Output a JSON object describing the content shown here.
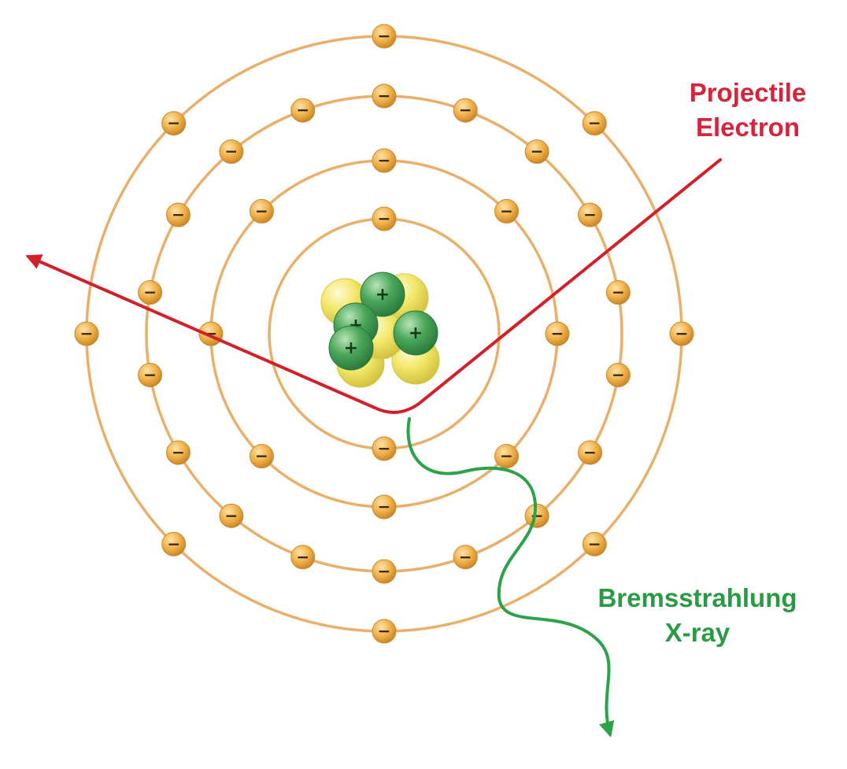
{
  "diagram": {
    "labels": {
      "projectile_line1": "Projectile",
      "projectile_line2": "Electron",
      "xray_line1": "Bremsstrahlung",
      "xray_line2": "X-ray"
    },
    "colors": {
      "shell": "#e9b06b",
      "electron": "#ecab3c",
      "electron_sign": "#3a2a10",
      "projectile": "#d21f2a",
      "xray": "#2ca24a",
      "proton": "#3f9a4f",
      "neutron": "#eee35c",
      "projectile_label": "#d8243a",
      "xray_label": "#2a9a44"
    },
    "electron_sign": "−",
    "proton_sign": "+",
    "shells": [
      {
        "name": "shell-1",
        "electron_count": 2
      },
      {
        "name": "shell-2",
        "electron_count": 8
      },
      {
        "name": "shell-3",
        "electron_count": 18
      },
      {
        "name": "shell-4",
        "electron_count": 8
      }
    ],
    "nucleus": {
      "protons": 4,
      "neutrons": 5
    }
  }
}
